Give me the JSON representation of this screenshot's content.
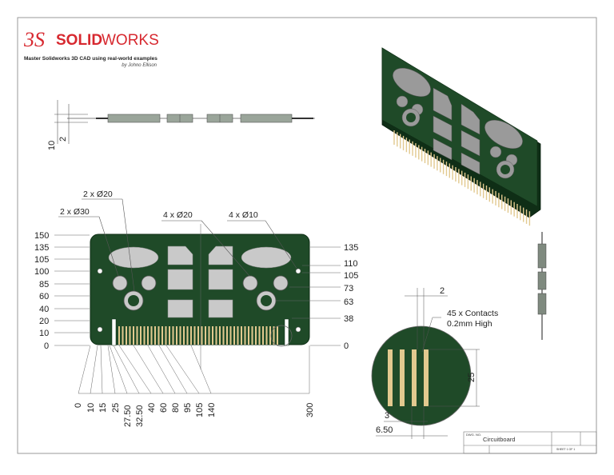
{
  "header": {
    "brand_prefix": "3S",
    "brand_bold": "SOLID",
    "brand_light": "WORKS",
    "tagline": "Master Solidworks 3D CAD using real-world examples",
    "byline": "by Johno Ellison"
  },
  "colors": {
    "board": "#1f4a28",
    "board_edge": "#0f2e16",
    "pad": "#c9c9c9",
    "contact": "#e2c98f",
    "brand_red": "#d7282f"
  },
  "side_view": {
    "dims": [
      "10",
      "2"
    ]
  },
  "front_view": {
    "callouts": [
      "2 x Ø20",
      "2 x Ø30",
      "4 x Ø20",
      "4 x Ø10"
    ],
    "left_dims": [
      "150",
      "135",
      "105",
      "100",
      "85",
      "60",
      "40",
      "20",
      "10",
      "0"
    ],
    "right_dims": [
      "135",
      "110",
      "105",
      "73",
      "63",
      "38",
      "0"
    ],
    "bottom_dims": [
      "0",
      "10",
      "15",
      "25",
      "27.50",
      "32.50",
      "40",
      "60",
      "80",
      "95",
      "105",
      "140",
      "300"
    ]
  },
  "detail_view": {
    "note_line1": "45 x Contacts",
    "note_line2": "0.2mm High",
    "dim_top": "2",
    "dim_height": "25",
    "dim_pitch": "3",
    "dim_offset": "6.50"
  },
  "title_block": {
    "dwg_label": "DWG. NO.",
    "dwg_name": "Circuitboard",
    "sheet": "SHEET 1 OF 1"
  }
}
